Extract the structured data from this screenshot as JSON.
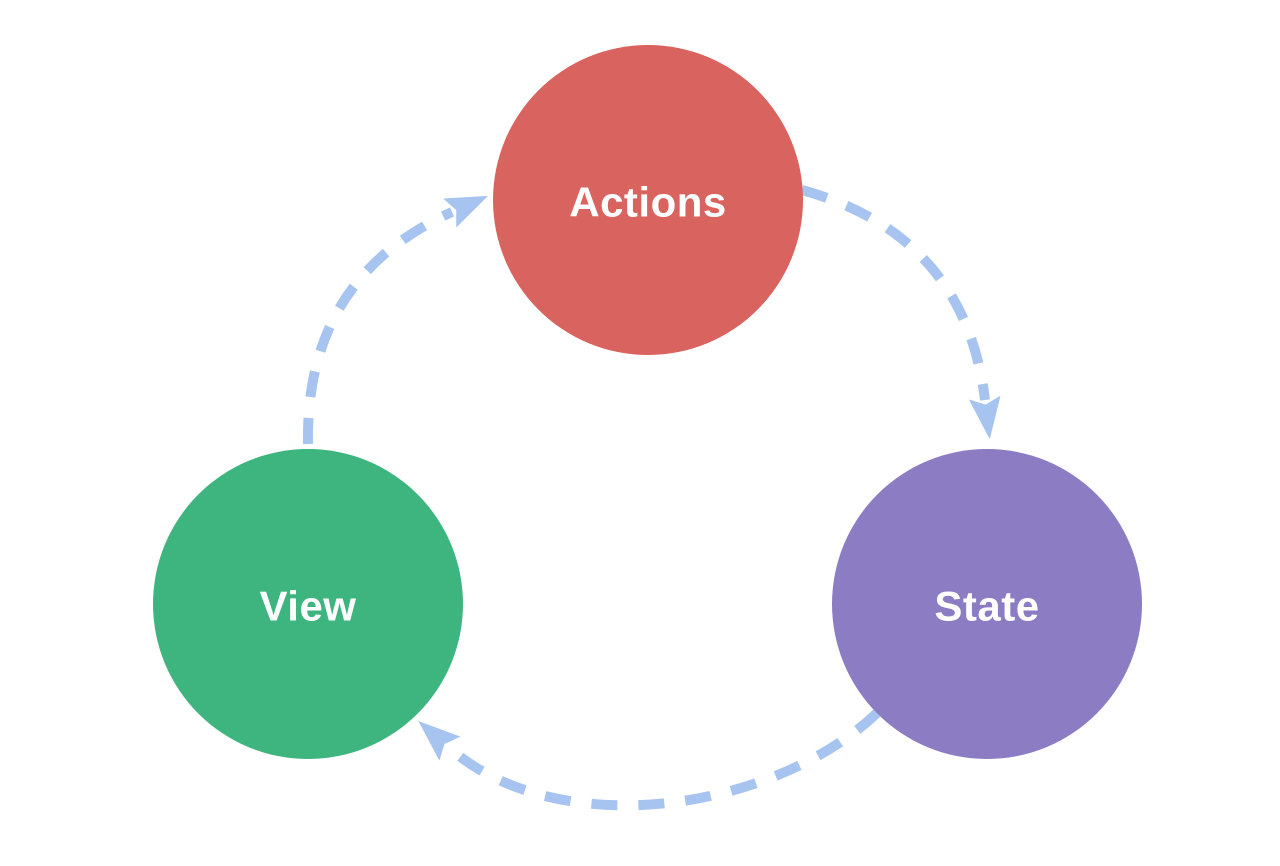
{
  "diagram": {
    "kind": "circular-flow",
    "background_color": "#ffffff",
    "arrow_color": "#a7c4f1",
    "nodes": [
      {
        "id": "actions",
        "label": "Actions",
        "color": "#d9635f",
        "label_color": "#ffffff"
      },
      {
        "id": "state",
        "label": "State",
        "color": "#8c7cc4",
        "label_color": "#ffffff"
      },
      {
        "id": "view",
        "label": "View",
        "color": "#3eb57f",
        "label_color": "#ffffff"
      }
    ],
    "edges": [
      {
        "from": "actions",
        "to": "state",
        "style": "dashed-arrow"
      },
      {
        "from": "state",
        "to": "view",
        "style": "dashed-arrow"
      },
      {
        "from": "view",
        "to": "actions",
        "style": "dashed-arrow"
      }
    ]
  }
}
